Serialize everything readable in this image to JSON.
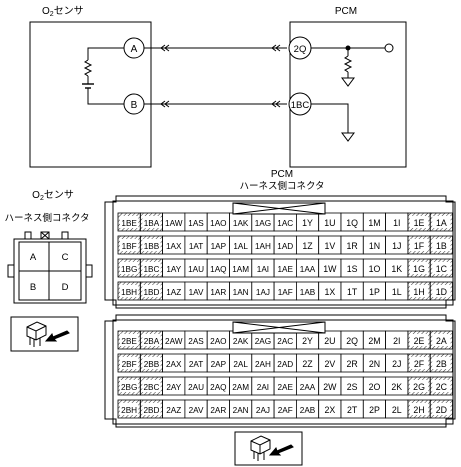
{
  "schematic": {
    "sensor_title_main": "O",
    "sensor_title_sub": "2",
    "sensor_title_rest": "センサ",
    "pcm_title": "PCM",
    "sensor_pins": [
      "A",
      "B"
    ],
    "pcm_pins": [
      "2Q",
      "1BC"
    ]
  },
  "o2_connector": {
    "title_line1_main": "O",
    "title_line1_sub": "2",
    "title_line1_rest": "センサ",
    "title_line2": "ハーネス側コネクタ",
    "pins": [
      [
        "A",
        "C"
      ],
      [
        "B",
        "D"
      ]
    ]
  },
  "pcm_connector": {
    "title_line1": "PCM",
    "title_line2": "ハーネス側コネクタ",
    "upper_block": [
      [
        "1BE",
        "1BA",
        "1AW",
        "1AS",
        "1AO",
        "1AK",
        "1AG",
        "1AC",
        "1Y",
        "1U",
        "1Q",
        "1M",
        "1I",
        "1E",
        "1A"
      ],
      [
        "1BF",
        "1BB",
        "1AX",
        "1AT",
        "1AP",
        "1AL",
        "1AH",
        "1AD",
        "1Z",
        "1V",
        "1R",
        "1N",
        "1J",
        "1F",
        "1B"
      ],
      [
        "1BG",
        "1BC",
        "1AY",
        "1AU",
        "1AQ",
        "1AM",
        "1AI",
        "1AE",
        "1AA",
        "1W",
        "1S",
        "1O",
        "1K",
        "1G",
        "1C"
      ],
      [
        "1BH",
        "1BD",
        "1AZ",
        "1AV",
        "1AR",
        "1AN",
        "1AJ",
        "1AF",
        "1AB",
        "1X",
        "1T",
        "1P",
        "1L",
        "1H",
        "1D"
      ]
    ],
    "lower_block": [
      [
        "2BE",
        "2BA",
        "2AW",
        "2AS",
        "2AO",
        "2AK",
        "2AG",
        "2AC",
        "2Y",
        "2U",
        "2Q",
        "2M",
        "2I",
        "2E",
        "2A"
      ],
      [
        "2BF",
        "2BB",
        "2AX",
        "2AT",
        "2AP",
        "2AL",
        "2AH",
        "2AD",
        "2Z",
        "2V",
        "2R",
        "2N",
        "2J",
        "2F",
        "2B"
      ],
      [
        "2BG",
        "2BC",
        "2AY",
        "2AU",
        "2AQ",
        "2AM",
        "2AI",
        "2AE",
        "2AA",
        "2W",
        "2S",
        "2O",
        "2K",
        "2G",
        "2C"
      ],
      [
        "2BH",
        "2BD",
        "2AZ",
        "2AV",
        "2AR",
        "2AN",
        "2AJ",
        "2AF",
        "2AB",
        "2X",
        "2T",
        "2P",
        "2L",
        "2H",
        "2D"
      ]
    ]
  }
}
